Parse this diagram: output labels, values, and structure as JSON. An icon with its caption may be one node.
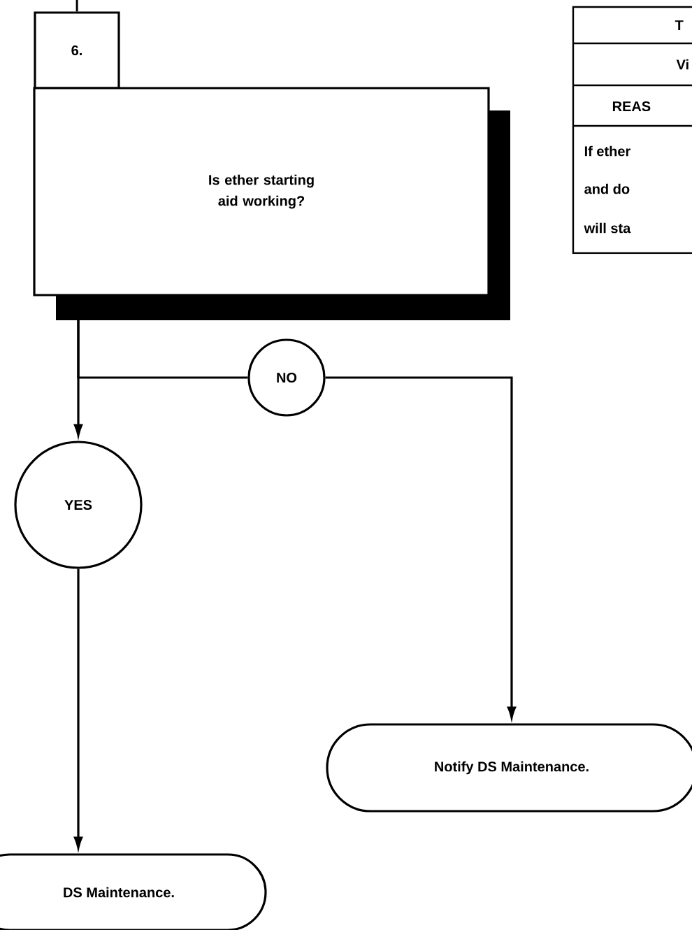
{
  "diagram": {
    "nodes": [
      {
        "text": [
          "6."
        ]
      },
      {
        "text": [
          "Is ether starting aid working?"
        ]
      },
      {
        "text": [
          "NO"
        ]
      },
      {
        "text": [
          "YES"
        ]
      },
      {
        "text": [
          "Notify DS Maintenance."
        ]
      },
      {
        "text": [
          "DS Maintenance."
        ]
      }
    ],
    "edges": [
      {
        "from": null,
        "to": 0,
        "arrow": "none"
      },
      {
        "from": 1,
        "to": 3,
        "arrow": "to"
      },
      {
        "from": 1,
        "to": 2,
        "arrow": "none"
      },
      {
        "from": 2,
        "to": 4,
        "arrow": "to"
      },
      {
        "from": 3,
        "to": 5,
        "arrow": "to"
      }
    ],
    "labels": [
      "T",
      "Vi",
      "REAS",
      "If ether",
      "and do",
      "will sta"
    ]
  }
}
